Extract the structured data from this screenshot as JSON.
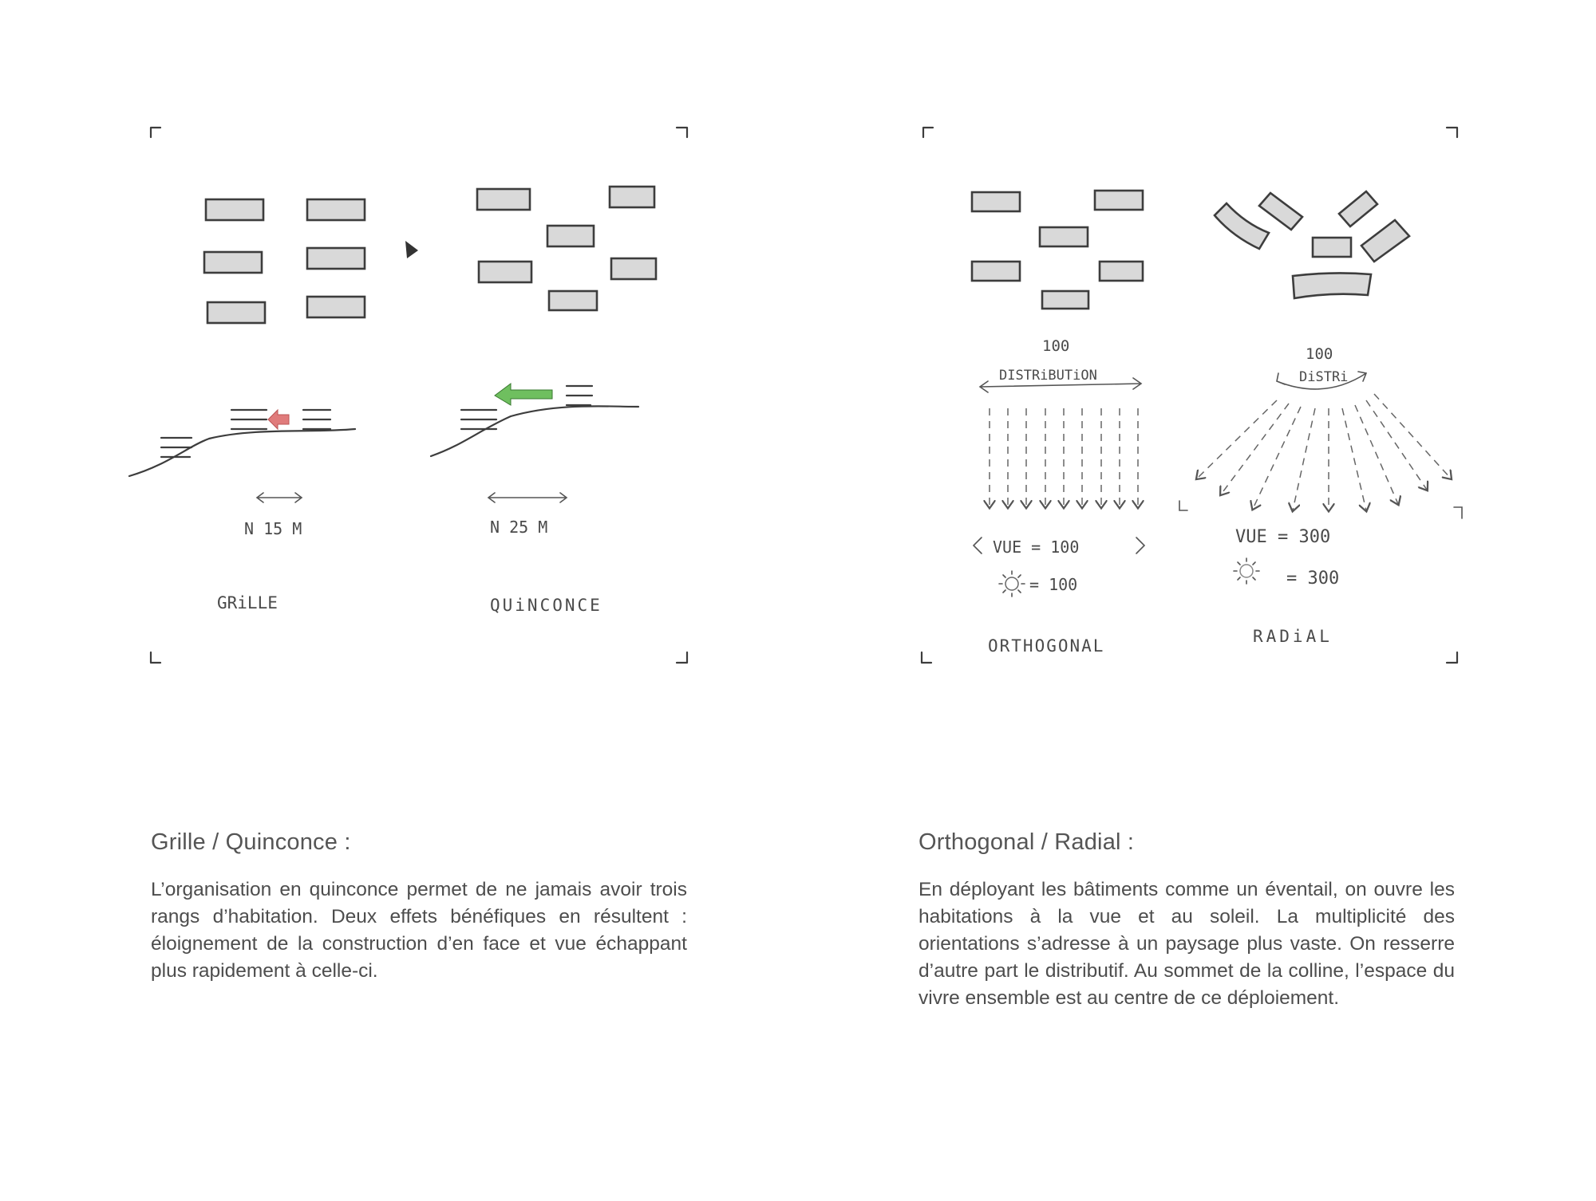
{
  "sketch_labels": {
    "grille": "GRiLLE",
    "quinconce": "QUiNCONCE",
    "grille_distance": "N 15 M",
    "quinconce_distance": "N 25 M",
    "orthogonal": "ORTHOGONAL",
    "radial": "RADiAL",
    "ortho_count": "100",
    "ortho_distribution": "DISTRiBUTiON",
    "ortho_view": "VUE = 100",
    "ortho_sun": "= 100",
    "radial_count": "100",
    "radial_distribution": "DiSTRi",
    "radial_view": "VUE = 300",
    "radial_sun": "= 300"
  },
  "captions": {
    "left": {
      "title": "Grille / Quinconce :",
      "body": "L’organisation en quinconce permet de ne jamais avoir trois rangs d’habitation. Deux effets bénéfiques en résultent : éloignement de la construction d’en face et vue échappant plus rapidement à celle-ci."
    },
    "right": {
      "title": "Orthogonal / Radial :",
      "body": "En déployant les bâtiments comme un éventail, on ouvre les habitations à la vue et au soleil. La multiplicité des orientations s’adresse à un paysage plus vaste. On resserre d’autre part le distributif. Au sommet de la colline, l’espace du vivre ensemble est au centre de ce déploiement."
    }
  },
  "colors": {
    "red_arrow": "#e07b7b",
    "green_arrow": "#6fbf5f",
    "building_fill": "#d9d9d9",
    "ink": "#3d3d3d"
  }
}
